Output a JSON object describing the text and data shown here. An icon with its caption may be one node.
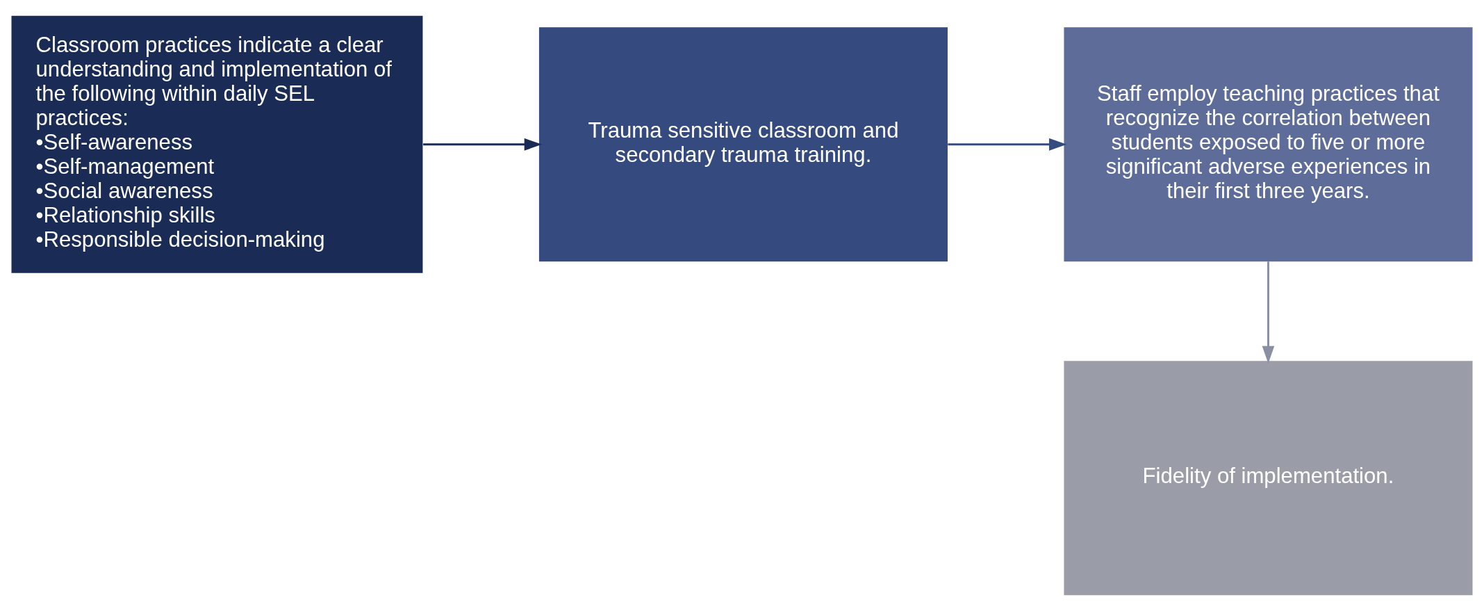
{
  "diagram": {
    "nodes": [
      {
        "text": [
          "Classroom practices indicate a clear understanding and implementation of the following within daily SEL practices:",
          "•Self-awareness",
          "•Self-management",
          "•Social awareness",
          "•Relationship skills",
          "•Responsible decision-making"
        ]
      },
      {
        "text": [
          "Trauma sensitive classroom and secondary trauma training."
        ]
      },
      {
        "text": [
          "Staff employ teaching practices that recognize the correlation between students exposed to five or more significant adverse experiences in their first three years."
        ]
      },
      {
        "text": [
          "Fidelity of implementation."
        ]
      }
    ],
    "edges": [
      {
        "from": 0,
        "to": 1,
        "arrow": "to",
        "color": "#1a2b55"
      },
      {
        "from": 1,
        "to": 2,
        "arrow": "to",
        "color": "#354a7e"
      },
      {
        "from": 2,
        "to": 3,
        "arrow": "to",
        "color": "#8a8fa3"
      }
    ]
  }
}
